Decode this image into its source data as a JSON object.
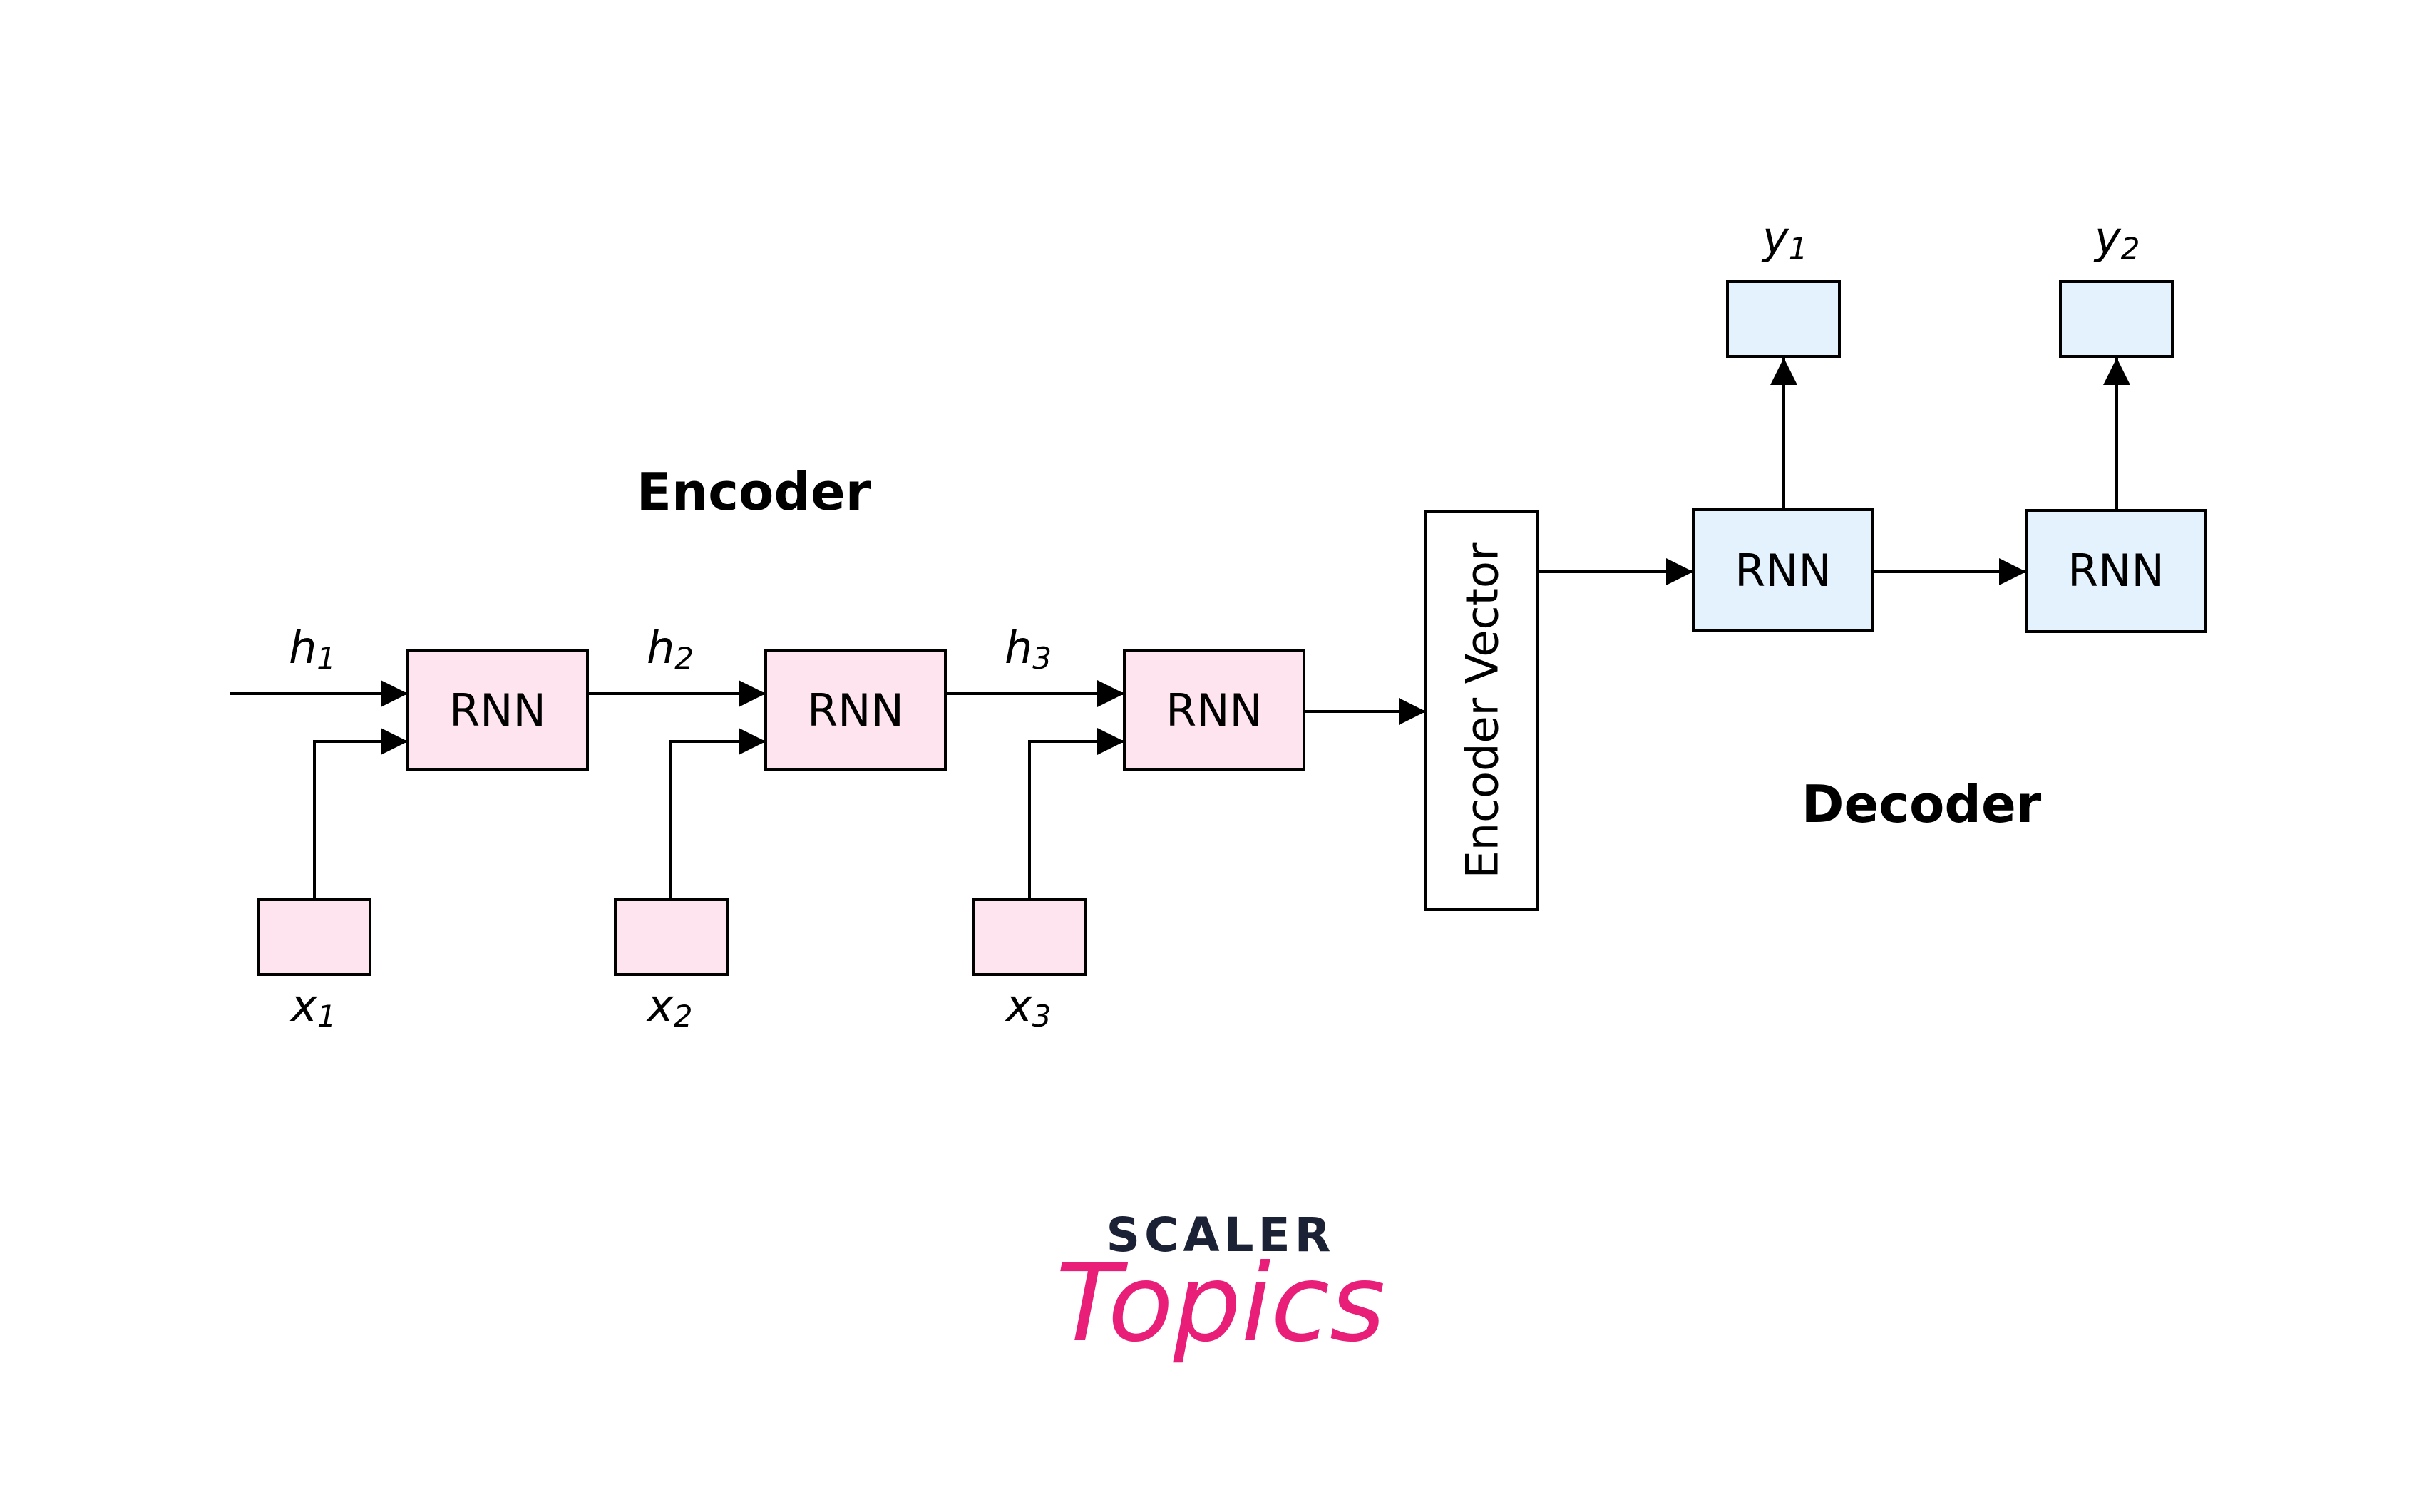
{
  "colors": {
    "encoder_fill": "#fde4ee",
    "decoder_fill": "#e3f2fd",
    "vector_fill": "#ffffff",
    "stroke": "#000000",
    "logo_dark": "#1c2236",
    "logo_accent": "#e91e78"
  },
  "labels": {
    "encoder_heading": "Encoder",
    "decoder_heading": "Decoder",
    "encoder_vector": "Encoder Vector"
  },
  "encoder": {
    "cells": [
      {
        "label": "RNN",
        "hidden": {
          "base": "h",
          "sub": "1"
        },
        "input": {
          "base": "x",
          "sub": "1"
        }
      },
      {
        "label": "RNN",
        "hidden": {
          "base": "h",
          "sub": "2"
        },
        "input": {
          "base": "x",
          "sub": "2"
        }
      },
      {
        "label": "RNN",
        "hidden": {
          "base": "h",
          "sub": "3"
        },
        "input": {
          "base": "x",
          "sub": "3"
        }
      }
    ]
  },
  "decoder": {
    "cells": [
      {
        "label": "RNN",
        "output": {
          "base": "y",
          "sub": "1"
        }
      },
      {
        "label": "RNN",
        "output": {
          "base": "y",
          "sub": "2"
        }
      }
    ]
  },
  "logo": {
    "line1": "SCALER",
    "line2": "Topics"
  }
}
